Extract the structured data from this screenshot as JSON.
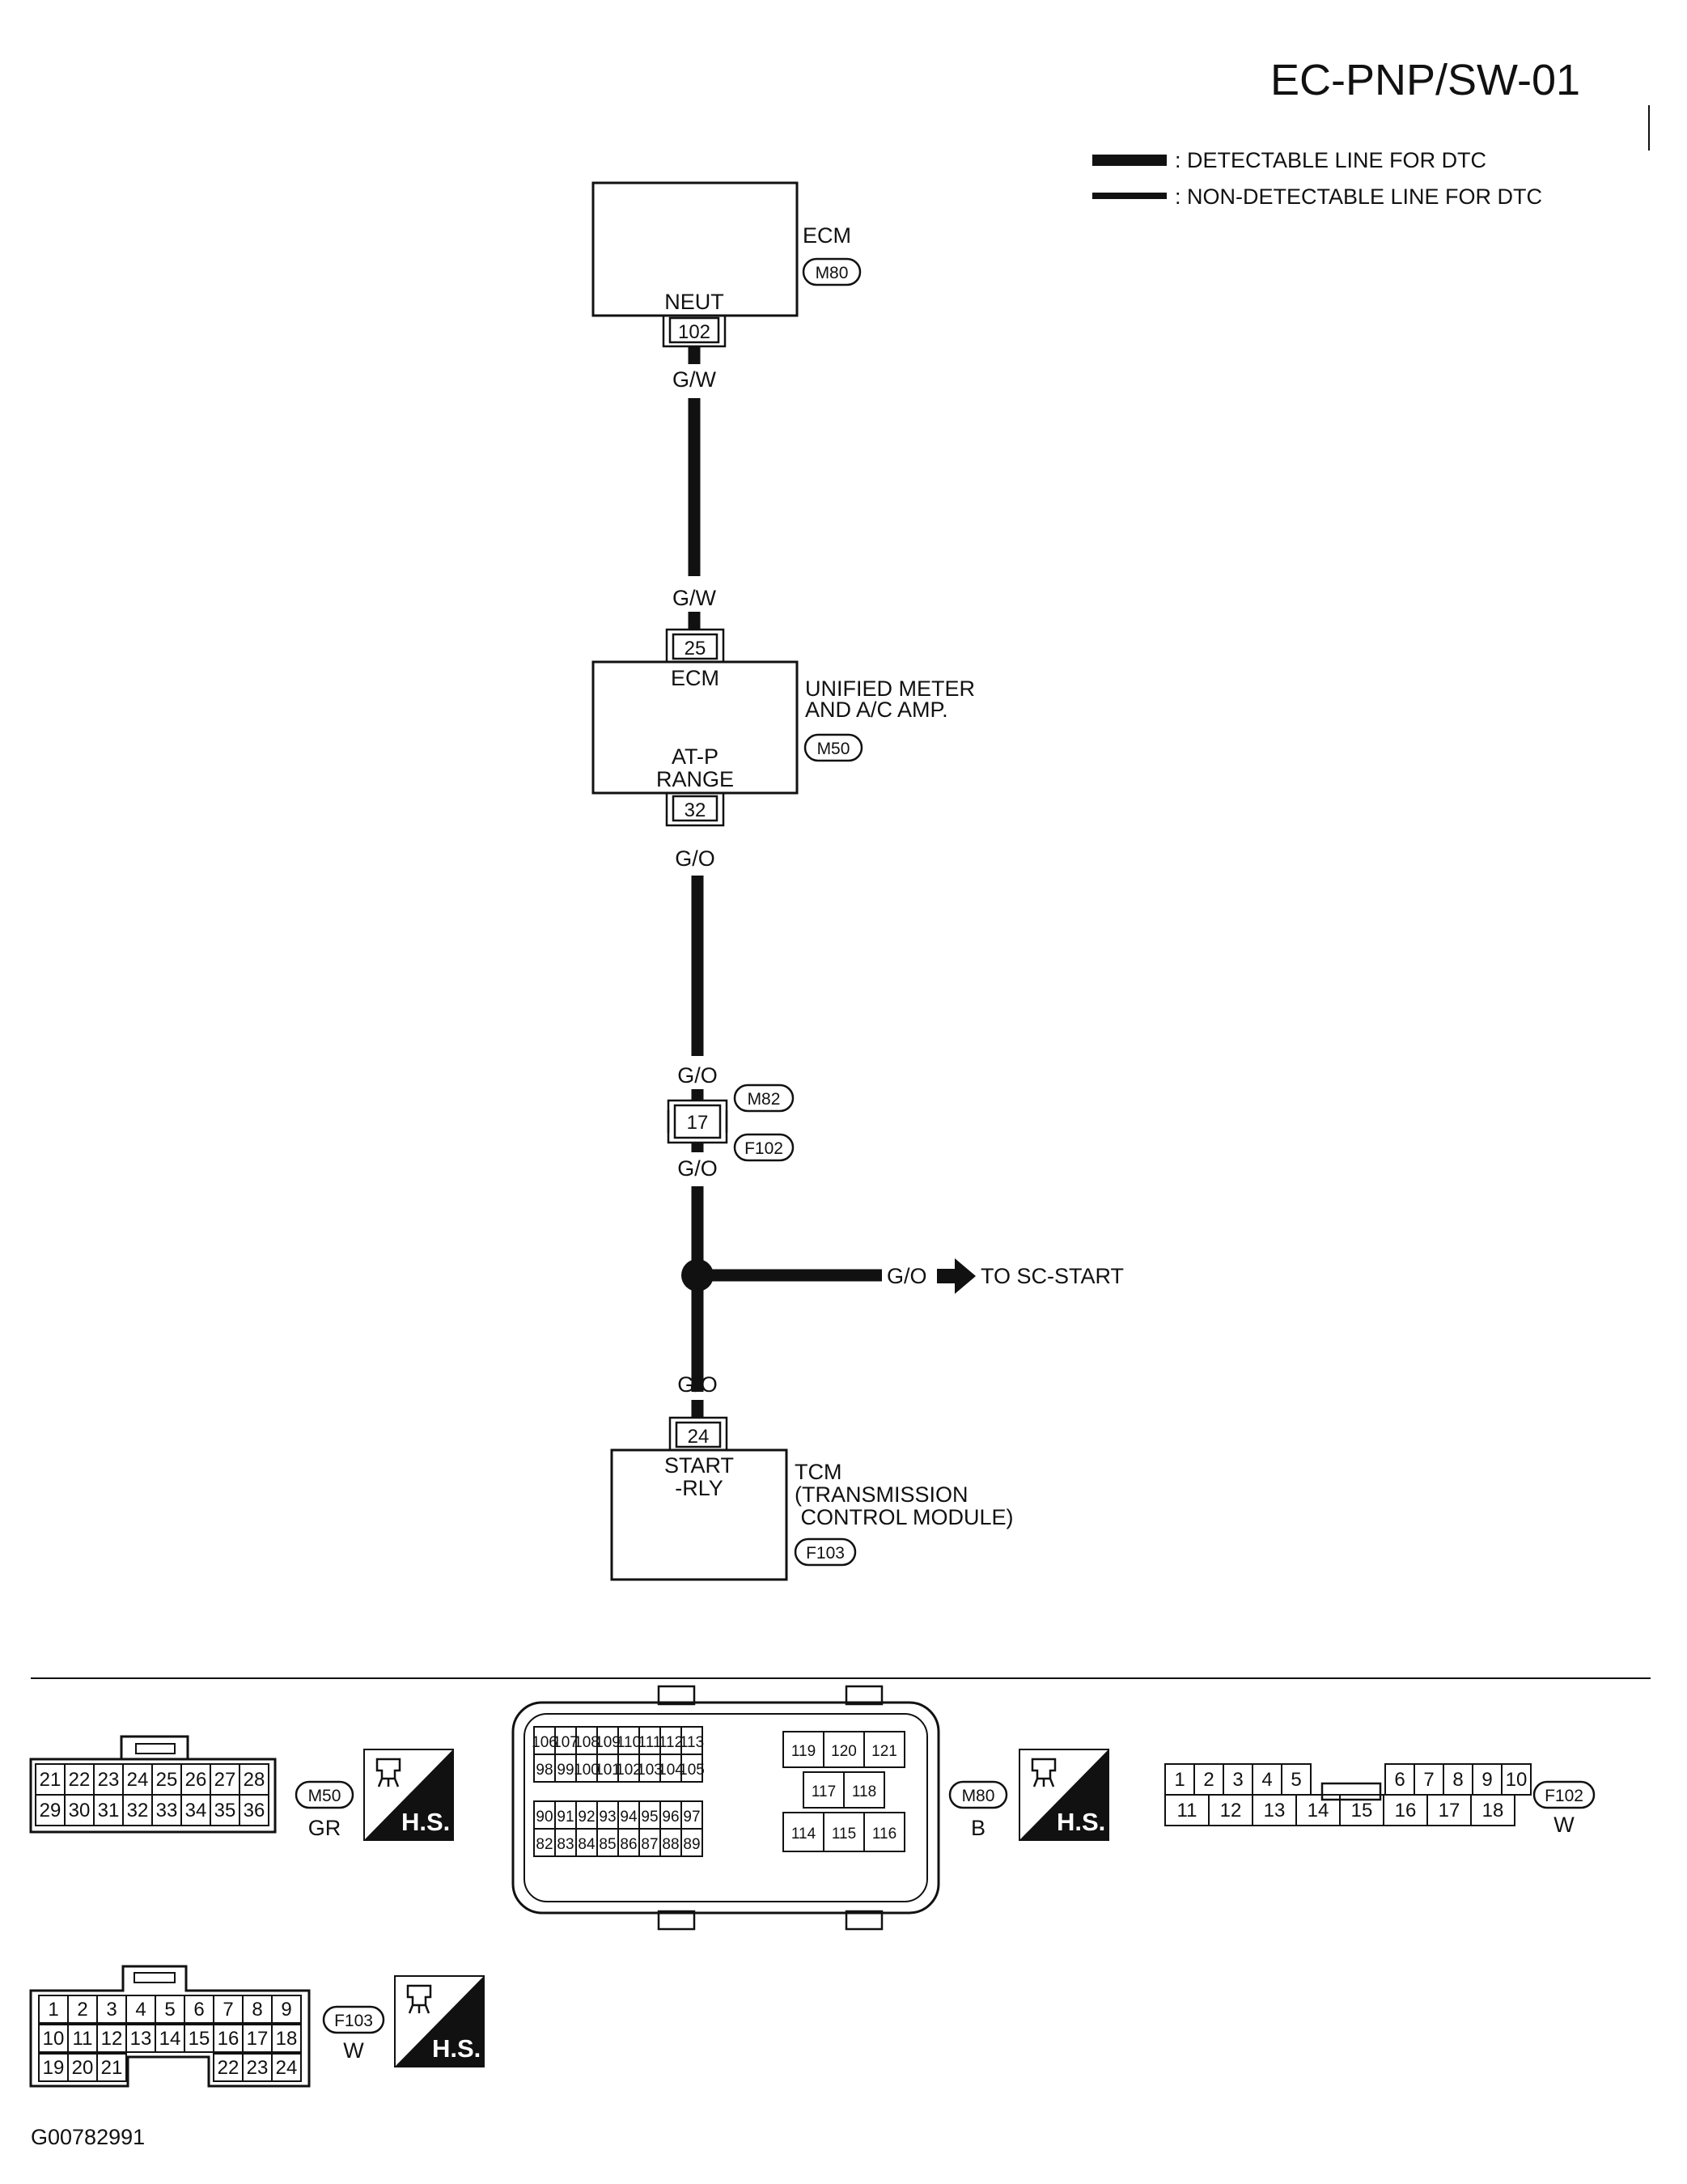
{
  "title": "EC-PNP/SW-01",
  "legend": {
    "detectable": ": DETECTABLE LINE FOR DTC",
    "non_detectable": ": NON-DETECTABLE LINE FOR DTC"
  },
  "components": {
    "ecm": {
      "name": "ECM",
      "connector": "M80",
      "terminal_label": "NEUT",
      "pin": "102"
    },
    "meter": {
      "name_line1": "UNIFIED METER",
      "name_line2": "AND A/C AMP.",
      "connector": "M50",
      "top_label": "ECM",
      "top_pin": "25",
      "bottom_label_line1": "AT-P",
      "bottom_label_line2": "RANGE",
      "bottom_pin": "32"
    },
    "joint": {
      "pin": "17",
      "connector_top": "M82",
      "connector_bottom": "F102"
    },
    "tcm": {
      "name_line1": "TCM",
      "name_line2": "(TRANSMISSION",
      "name_line3": " CONTROL MODULE)",
      "connector": "F103",
      "terminal_line1": "START",
      "terminal_line2": "-RLY",
      "pin": "24"
    }
  },
  "wires": {
    "w1_top": "G/W",
    "w1_bottom": "G/W",
    "w2_top": "G/O",
    "w2_bottom": "G/O",
    "w3_top": "G/O",
    "branch": "G/O",
    "w4": "G/O"
  },
  "branch_target": "TO SC-START",
  "connectors": {
    "m50": {
      "id": "M50",
      "color": "GR",
      "rows": [
        [
          "21",
          "22",
          "23",
          "24",
          "25",
          "26",
          "27",
          "28"
        ],
        [
          "29",
          "30",
          "31",
          "32",
          "33",
          "34",
          "35",
          "36"
        ]
      ]
    },
    "m80": {
      "id": "M80",
      "color": "B",
      "block1": [
        [
          "106",
          "107",
          "108",
          "109",
          "110",
          "111",
          "112",
          "113"
        ],
        [
          "98",
          "99",
          "100",
          "101",
          "102",
          "103",
          "104",
          "105"
        ]
      ],
      "block2": [
        [
          "90",
          "91",
          "92",
          "93",
          "94",
          "95",
          "96",
          "97"
        ],
        [
          "82",
          "83",
          "84",
          "85",
          "86",
          "87",
          "88",
          "89"
        ]
      ],
      "block3": [
        [
          "119",
          "120",
          "121"
        ],
        [
          "117",
          "118"
        ],
        [
          "114",
          "115",
          "116"
        ]
      ]
    },
    "f102": {
      "id": "F102",
      "color": "W",
      "rows": [
        [
          "1",
          "2",
          "3",
          "4",
          "5",
          "6",
          "7",
          "8",
          "9",
          "10"
        ],
        [
          "11",
          "12",
          "13",
          "14",
          "15",
          "16",
          "17",
          "18"
        ]
      ]
    },
    "f103": {
      "id": "F103",
      "color": "W",
      "rows": [
        [
          "1",
          "2",
          "3",
          "4",
          "5",
          "6",
          "7",
          "8",
          "9"
        ],
        [
          "10",
          "11",
          "12",
          "13",
          "14",
          "15",
          "16",
          "17",
          "18"
        ],
        [
          "19",
          "20",
          "21",
          "22",
          "23",
          "24"
        ]
      ]
    }
  },
  "hs_label": "H.S.",
  "figure_code": "G00782991"
}
